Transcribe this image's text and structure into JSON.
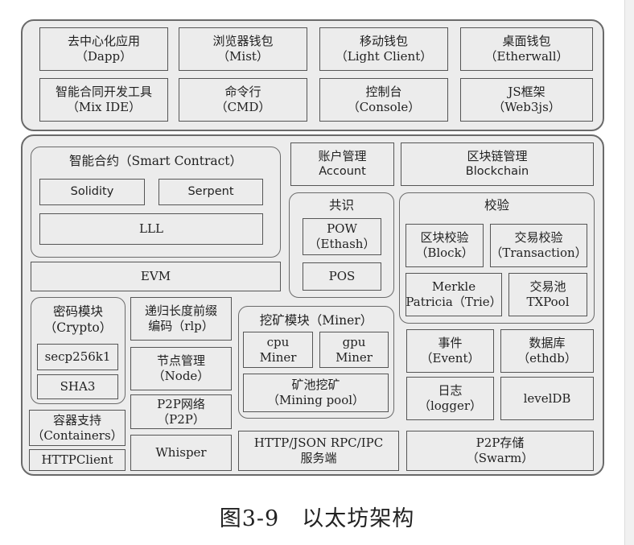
{
  "apps": {
    "dapp": [
      "去中心化应用",
      "（Dapp）"
    ],
    "mist": [
      "浏览器钱包",
      "（Mist）"
    ],
    "light_client": [
      "移动钱包",
      "（Light Client）"
    ],
    "etherwall": [
      "桌面钱包",
      "（Etherwall）"
    ],
    "mix_ide": [
      "智能合同开发工具",
      "（Mix IDE）"
    ],
    "cmd": [
      "命令行",
      "（CMD）"
    ],
    "console": [
      "控制台",
      "（Console）"
    ],
    "web3js": [
      "JS框架",
      "（Web3js）"
    ]
  },
  "core": {
    "smart_contract": {
      "title": "智能合约（Smart Contract）",
      "solidity": "Solidity",
      "serpent": "Serpent",
      "lll": "LLL"
    },
    "account": [
      "账户管理",
      "Account"
    ],
    "blockchain": [
      "区块链管理",
      "Blockchain"
    ],
    "consensus": {
      "title": "共识",
      "pow": [
        "POW",
        "（Ethash）"
      ],
      "pos": "POS"
    },
    "verify": {
      "title": "校验",
      "block": [
        "区块校验",
        "（Block）"
      ],
      "transaction": [
        "交易校验",
        "（Transaction）"
      ],
      "merkle": [
        "Merkle",
        "Patricia（Trie）"
      ],
      "txpool": [
        "交易池",
        "TXPool"
      ]
    },
    "evm": "EVM",
    "crypto": {
      "title": [
        "密码模块",
        "（Crypto）"
      ],
      "secp": "secp256k1",
      "sha3": "SHA3"
    },
    "rlp": [
      "递归长度前缀",
      "编码（rlp）"
    ],
    "node": [
      "节点管理",
      "（Node）"
    ],
    "p2p": [
      "P2P网络",
      "（P2P）"
    ],
    "miner": {
      "title": "挖矿模块（Miner）",
      "cpu": [
        "cpu",
        "Miner"
      ],
      "gpu": [
        "gpu",
        "Miner"
      ],
      "pool": [
        "矿池挖矿",
        "（Mining pool）"
      ]
    },
    "event": [
      "事件",
      "（Event）"
    ],
    "ethdb": [
      "数据库",
      "（ethdb）"
    ],
    "logger": [
      "日志",
      "（logger）"
    ],
    "leveldb": "levelDB",
    "containers": [
      "容器支持",
      "（Containers）"
    ],
    "httpclient": "HTTPClient",
    "whisper": "Whisper",
    "rpc": [
      "HTTP/JSON RPC/IPC",
      "服务端"
    ],
    "swarm": [
      "P2P存储",
      "（Swarm）"
    ]
  },
  "caption": "图3-9　以太坊架构"
}
